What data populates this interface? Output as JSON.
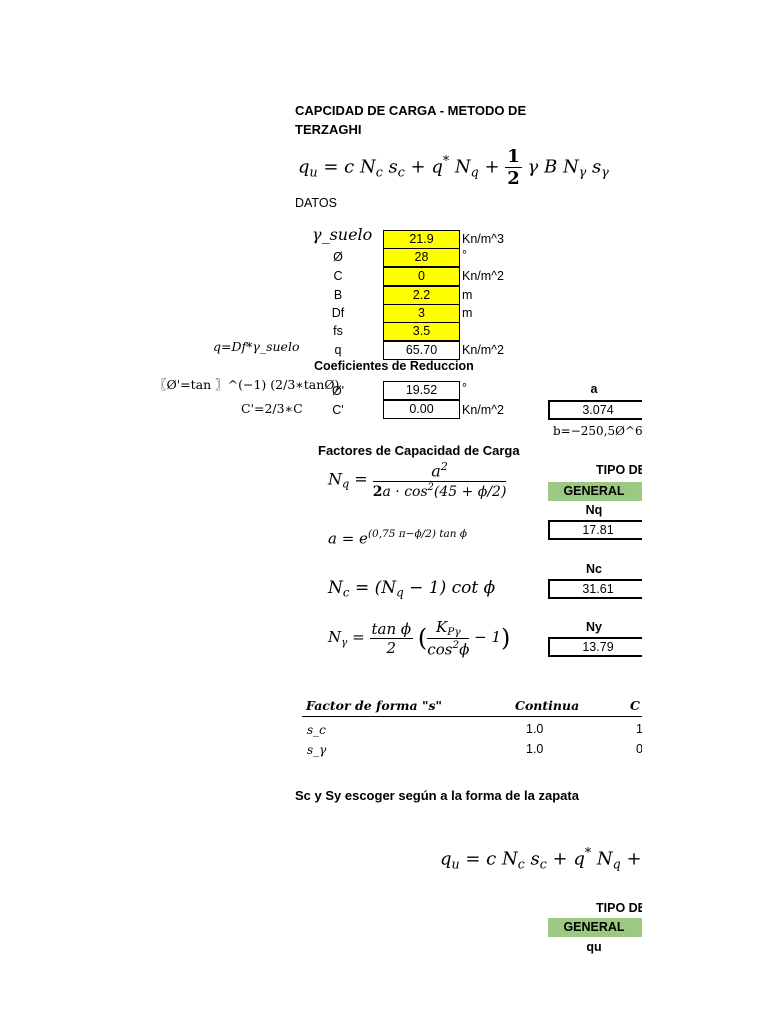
{
  "title_line1": "CAPCIDAD DE CARGA - METODO DE",
  "title_line2": "TERZAGHI",
  "datos_label": "DATOS",
  "params": [
    {
      "label": "γ_suelo",
      "value": "21.9",
      "unit": "Kn/m^3"
    },
    {
      "label": "Ø",
      "value": "28",
      "unit": "°"
    },
    {
      "label": "C",
      "value": "0",
      "unit": "Kn/m^2"
    },
    {
      "label": "B",
      "value": "2.2",
      "unit": "m"
    },
    {
      "label": "Df",
      "value": "3",
      "unit": "m"
    },
    {
      "label": "fs",
      "value": "3.5",
      "unit": ""
    }
  ],
  "q_row": {
    "formula": "q=Df*γ_suelo",
    "label": "q",
    "value": "65.70",
    "unit": "Kn/m^2"
  },
  "reduction_title": "Coeficientes de Reduccion",
  "phi_prime": {
    "formula": "〖Ø'=tan 〗^(−1) (2/3∗tanØ)",
    "label": "Ø'",
    "value": "19.52",
    "unit": "°"
  },
  "c_prime": {
    "formula": "C'=2/3∗C",
    "label": "C'",
    "value": "0.00",
    "unit": "Kn/m^2"
  },
  "a_block": {
    "header": "a",
    "value": "3.074",
    "note": "b=−250,5Ø^6"
  },
  "factors_title": "Factores de Capacidad de Carga",
  "tipo_header": "TIPO DE",
  "tipo_value": "GENERAL",
  "nq": {
    "header": "Nq",
    "value": "17.81"
  },
  "nc": {
    "header": "Nc",
    "value": "31.61"
  },
  "ny": {
    "header": "Ny",
    "value": "13.79"
  },
  "shape_table": {
    "headers": [
      "Factor de forma \"s\"",
      "Continua",
      "C"
    ],
    "rows": [
      {
        "label": "s_c",
        "continua": "1.0",
        "next": "1"
      },
      {
        "label": "s_γ",
        "continua": "1.0",
        "next": "0"
      }
    ]
  },
  "shape_note": "Sc y Sy escoger según a la forma de la zapata",
  "bottom_tipo_header": "TIPO DE",
  "bottom_tipo_value": "GENERAL",
  "qu_label": "qu",
  "colors": {
    "input": "#ffff00",
    "tipo": "#9bc982"
  }
}
